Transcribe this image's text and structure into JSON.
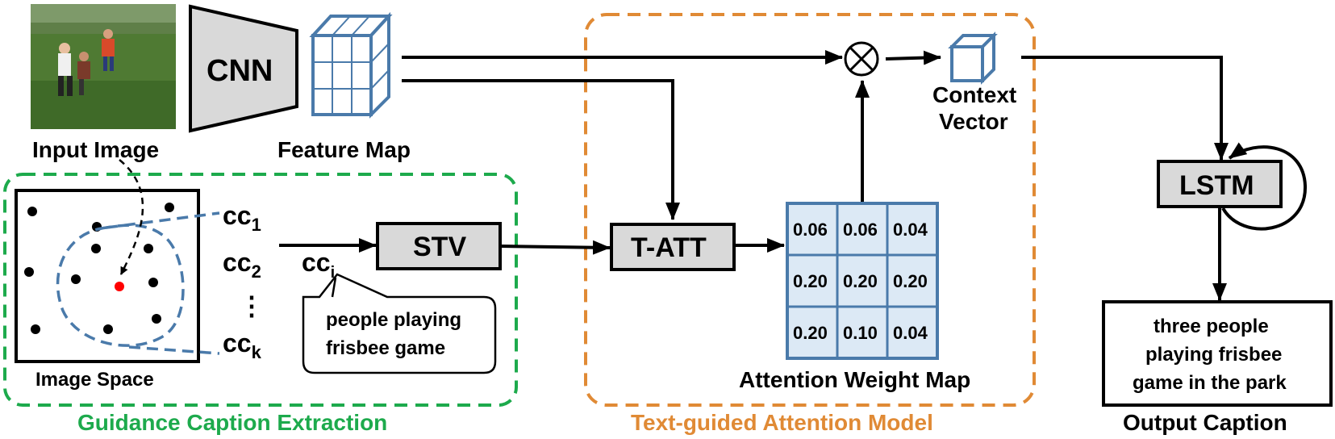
{
  "input_image": {
    "label": "Input Image"
  },
  "cnn": {
    "label": "CNN"
  },
  "feature_map": {
    "label": "Feature Map"
  },
  "guidance": {
    "title": "Guidance Caption Extraction",
    "image_space_label": "Image Space",
    "cc_labels": {
      "cc1": "cc",
      "cc1_sub": "1",
      "cc2": "cc",
      "cc2_sub": "2",
      "dots": "⋮",
      "cck": "cc",
      "cck_sub": "k"
    },
    "cci": "cc",
    "cci_sub": "i",
    "stv": "STV",
    "callout_line1": "people playing",
    "callout_line2": "frisbee game"
  },
  "attention": {
    "title": "Text-guided Attention Model",
    "tatt": "T-ATT",
    "otimes": "⊗",
    "context_line1": "Context",
    "context_line2": "Vector",
    "map_label": "Attention Weight Map",
    "weights": [
      [
        "0.06",
        "0.06",
        "0.04"
      ],
      [
        "0.20",
        "0.20",
        "0.20"
      ],
      [
        "0.20",
        "0.10",
        "0.04"
      ]
    ]
  },
  "lstm": {
    "label": "LSTM"
  },
  "output": {
    "line1": "three people",
    "line2": "playing frisbee",
    "line3": "game in the park",
    "label": "Output Caption"
  },
  "colors": {
    "green": "#1daa4c",
    "orange": "#e08a35",
    "blue": "#4a7aaa",
    "cell_fill": "#dce9f5",
    "gray": "#d9d9d9",
    "red": "#ff0000"
  },
  "icons": {
    "multiply": "otimes-icon"
  }
}
